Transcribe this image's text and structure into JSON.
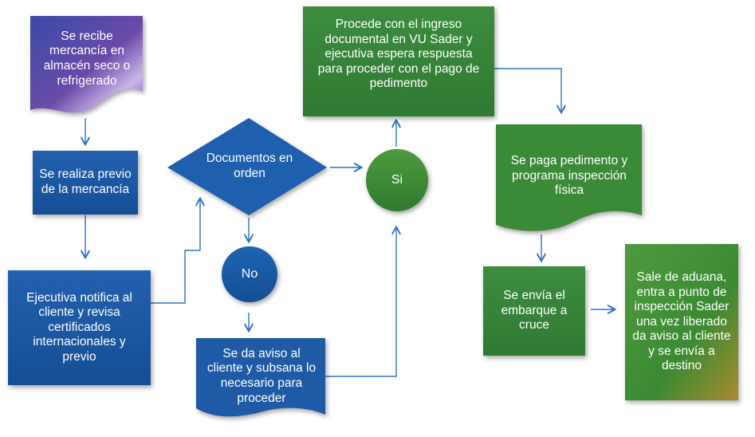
{
  "nodes": {
    "recibe": "Se recibe mercancía en almacén seco o refrigerado",
    "previo": "Se realiza previo de la mercancía",
    "notifica": "Ejecutiva notifica al cliente y revisa certificados internacionales y previo",
    "documentos": "Documentos en orden",
    "no": "No",
    "si": "Si",
    "aviso": "Se da aviso al cliente y subsana lo necesario para proceder",
    "ingreso": "Procede con el ingreso documental en VU Sader y ejecutiva espera respuesta para proceder con el pago de pedimento",
    "paga": "Se paga pedimento y programa inspección física",
    "envia": "Se envía el embarque a cruce",
    "sale": "Sale de aduana, entra a punto de inspección Sader una vez liberado da aviso al cliente y se envía a destino"
  },
  "colors": {
    "blue": "#1f5aa6",
    "green": "#3d8c3f",
    "purple": "#5a3f9a",
    "arrow": "#2a73c9"
  }
}
